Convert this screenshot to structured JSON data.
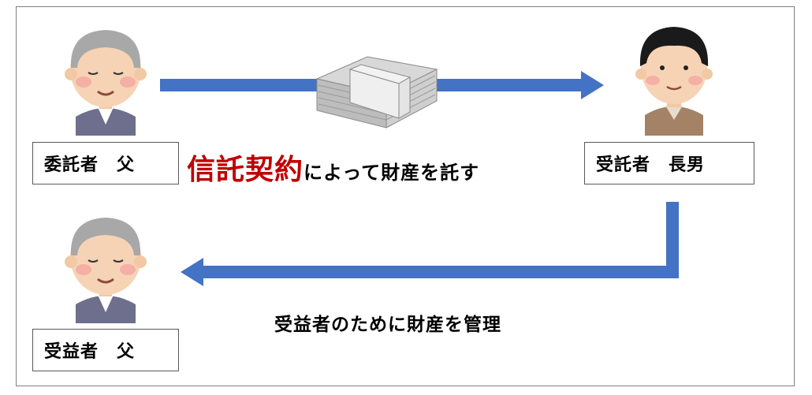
{
  "truster": {
    "role": "委託者",
    "name": "父",
    "label": "委託者　父"
  },
  "trustee": {
    "role": "受託者",
    "name": "長男",
    "label": "受託者　長男"
  },
  "beneficiary": {
    "role": "受益者",
    "name": "父",
    "label": "受益者　父"
  },
  "headline": {
    "emphasis": "信託契約",
    "rest": "によって財産を託す"
  },
  "management_text": "受益者のために財産を管理",
  "colors": {
    "arrow": "#4472c4",
    "emphasis": "#c00000",
    "border": "#595959"
  },
  "icons": [
    "elderly-man-icon",
    "money-stack-icon",
    "middle-aged-man-icon"
  ]
}
